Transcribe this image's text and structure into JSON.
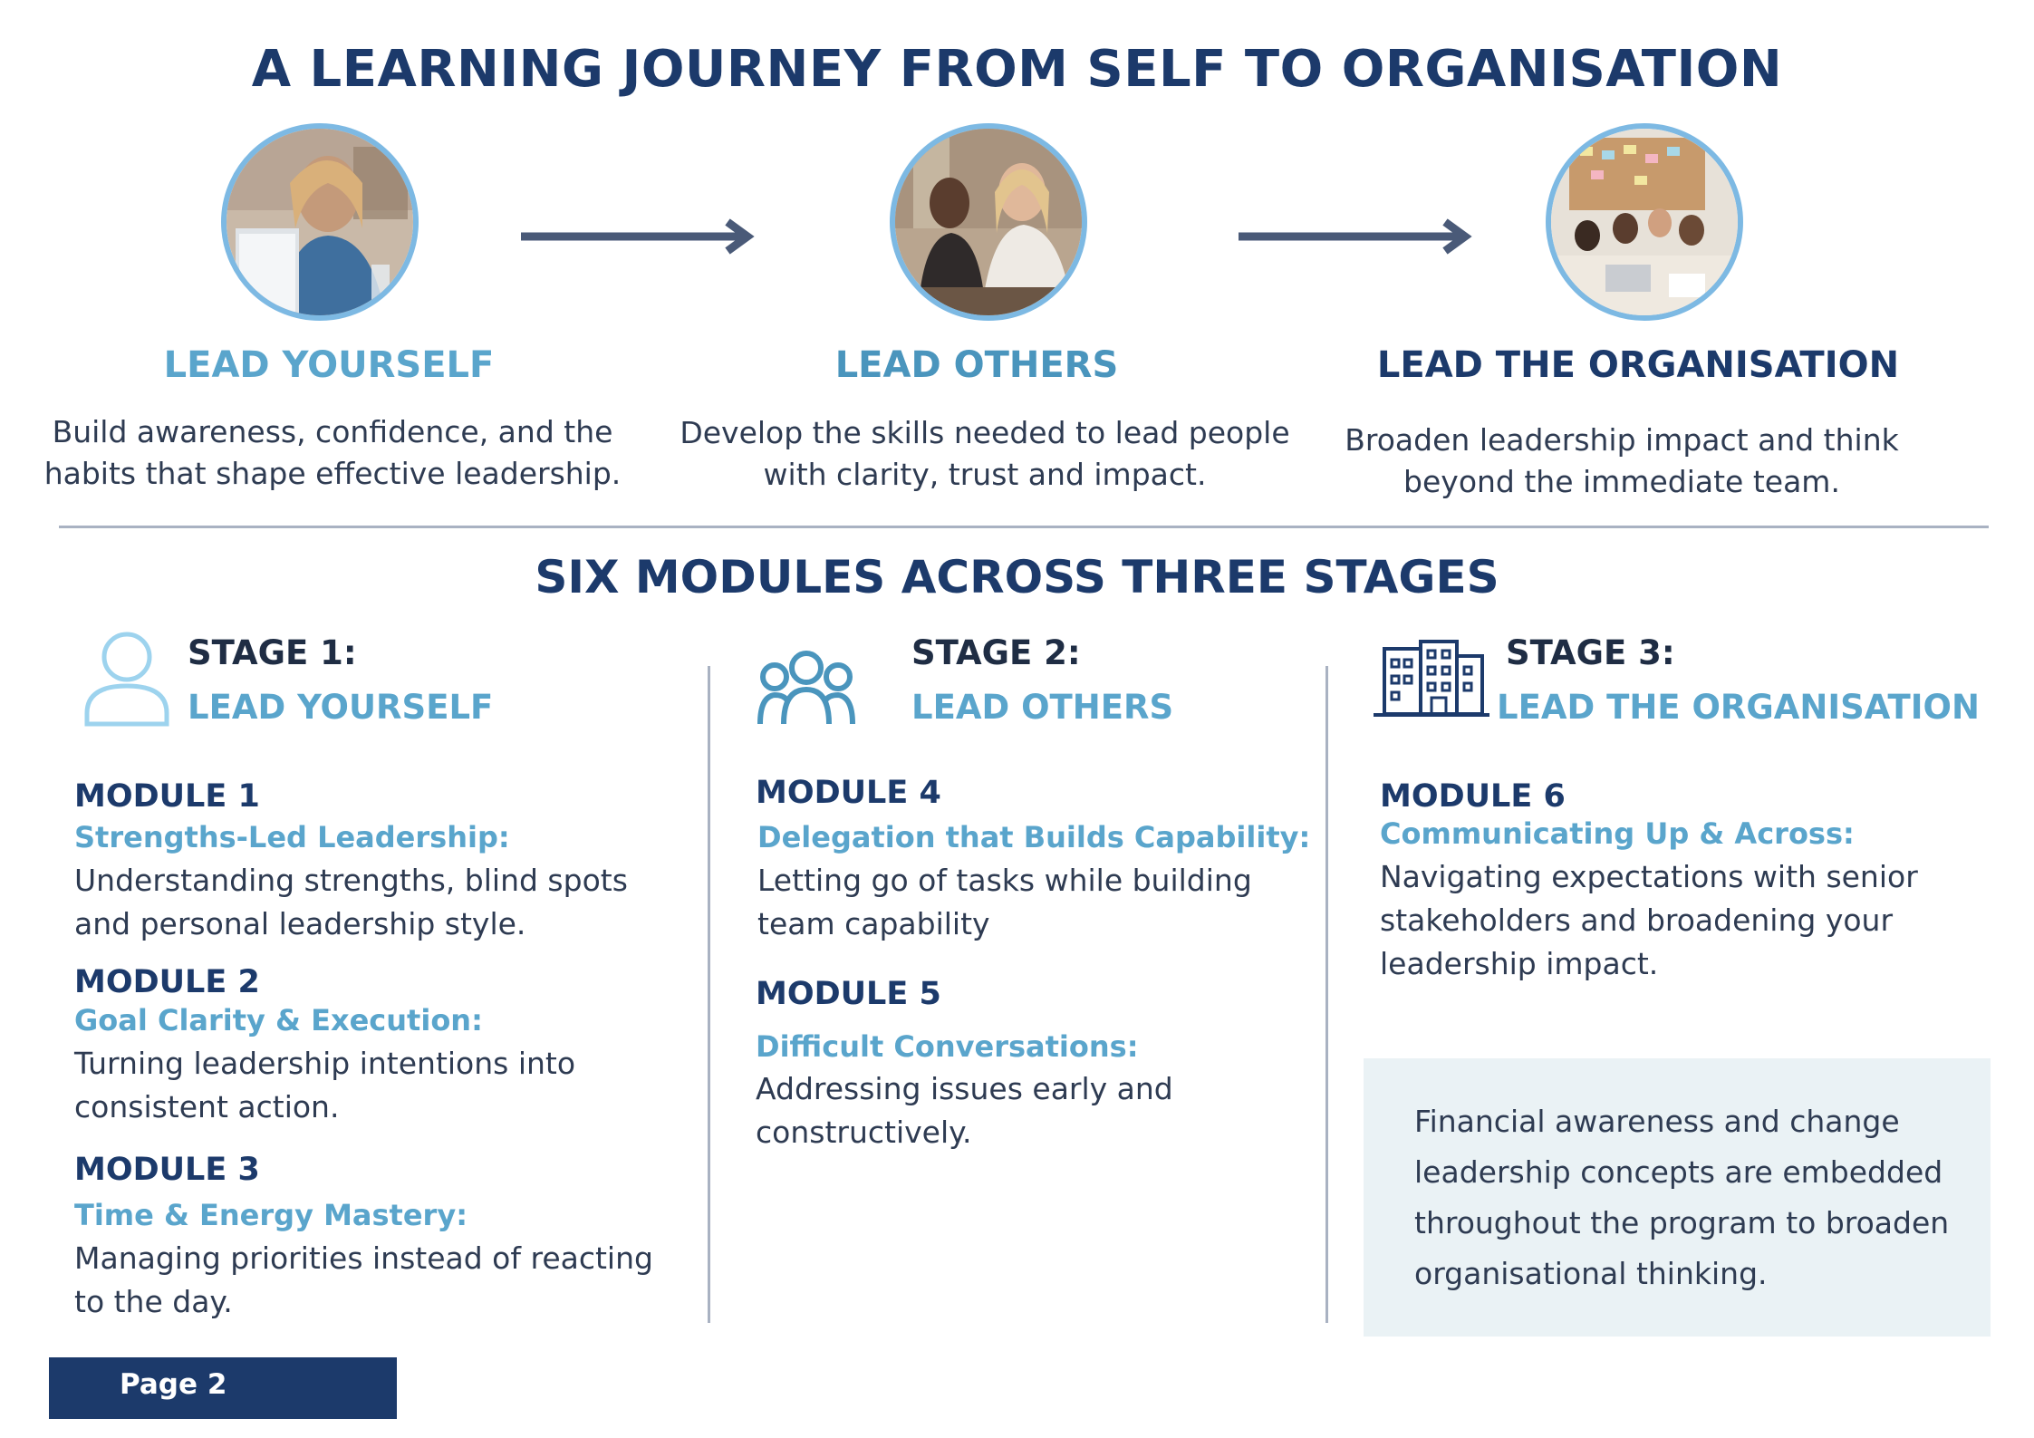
{
  "header": {
    "title": "A LEARNING JOURNEY FROM SELF TO ORGANISATION"
  },
  "journey": [
    {
      "title": "LEAD YOURSELF",
      "description": "Build awareness, confidence, and the habits that shape effective leadership.",
      "title_color": "#5aa5cc"
    },
    {
      "title": "LEAD OTHERS",
      "description": "Develop the skills needed to lead people with clarity, trust and impact.",
      "title_color": "#4a95bd"
    },
    {
      "title": "LEAD THE ORGANISATION",
      "description": "Broaden leadership impact and think beyond the immediate team.",
      "title_color": "#1c3a6b"
    }
  ],
  "modules_section": {
    "title": "SIX MODULES ACROSS THREE STAGES"
  },
  "stages": [
    {
      "number": "STAGE 1:",
      "name": "LEAD YOURSELF",
      "icon": "person-icon",
      "modules": [
        {
          "title": "MODULE 1",
          "subtitle": "Strengths-Led Leadership:",
          "description": "Understanding strengths, blind spots and personal leadership style."
        },
        {
          "title": "MODULE 2",
          "subtitle": "Goal Clarity & Execution:",
          "description": "Turning leadership intentions into consistent action."
        },
        {
          "title": "MODULE 3",
          "subtitle": "Time & Energy Mastery:",
          "description": "Managing priorities instead of reacting to the day."
        }
      ]
    },
    {
      "number": "STAGE 2:",
      "name": "LEAD OTHERS",
      "icon": "group-icon",
      "modules": [
        {
          "title": "MODULE 4",
          "subtitle": "Delegation that Builds Capability:",
          "description": "Letting go of tasks while building team capability"
        },
        {
          "title": "MODULE 5",
          "subtitle": "Difficult Conversations:",
          "description": "Addressing issues early and constructively."
        }
      ]
    },
    {
      "number": "STAGE 3:",
      "name": "LEAD THE ORGANISATION",
      "icon": "building-icon",
      "modules": [
        {
          "title": "MODULE 6",
          "subtitle": "Communicating Up & Across:",
          "description": "Navigating expectations with senior stakeholders and broadening your leadership impact."
        }
      ]
    }
  ],
  "note": {
    "text": "Financial awareness and change leadership concepts are embedded throughout the program to broaden organisational thinking."
  },
  "footer": {
    "page_label": "Page 2"
  },
  "colors": {
    "navy": "#1c3a6b",
    "light_blue": "#5aa5cc",
    "photo_ring": "#7db9e3",
    "note_bg": "#eaf2f5"
  }
}
